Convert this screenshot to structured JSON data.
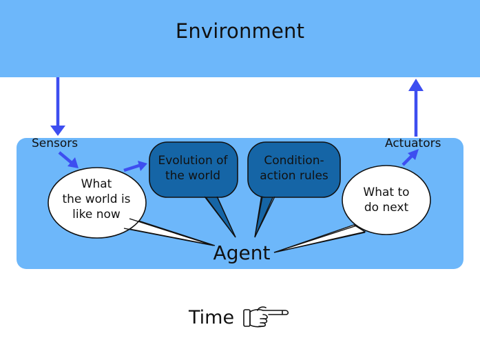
{
  "environment": {
    "title": "Environment"
  },
  "agent": {
    "label": "Agent",
    "sensors_label": "Sensors",
    "actuators_label": "Actuators"
  },
  "bubbles": {
    "world_state": [
      "What",
      "the world is",
      "like now"
    ],
    "evolution": [
      "Evolution of",
      "the world"
    ],
    "rules": [
      "Condition-",
      "action rules"
    ],
    "next_action": [
      "What to",
      "do next"
    ]
  },
  "footer": {
    "label": "Time",
    "icon": "pointing-hand-icon"
  },
  "colors": {
    "band": "#6db7fa",
    "dark_bubble": "#1565a6",
    "arrow": "#3d4ef0"
  }
}
